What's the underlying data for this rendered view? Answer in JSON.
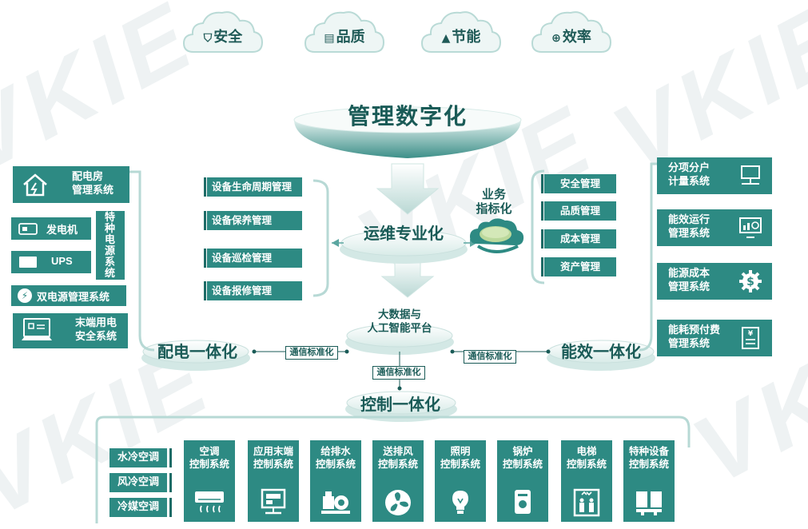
{
  "watermark": "VKIE",
  "goals": [
    {
      "label": "安全",
      "icon": "shield-icon"
    },
    {
      "label": "品质",
      "icon": "quality-icon"
    },
    {
      "label": "节能",
      "icon": "energy-icon"
    },
    {
      "label": "效率",
      "icon": "efficiency-icon"
    }
  ],
  "title": "管理数字化",
  "ops": {
    "title": "运维专业化",
    "items": [
      "设备生命周期管理",
      "设备保养管理",
      "设备巡检管理",
      "设备报修管理"
    ]
  },
  "metrics": {
    "title_line1": "业务",
    "title_line2": "指标化",
    "items": [
      "安全管理",
      "品质管理",
      "成本管理",
      "资产管理"
    ]
  },
  "platform": {
    "line1": "大数据与",
    "line2": "人工智能平台"
  },
  "power": {
    "title": "配电一体化",
    "room_line1": "配电房",
    "room_line2": "管理系统",
    "generator": "发电机",
    "ups": "UPS",
    "special_power": "特种电源系统",
    "dual_power": "双电源管理系统",
    "terminal_line1": "末端用电",
    "terminal_line2": "安全系统"
  },
  "energy": {
    "title": "能效一体化",
    "items": [
      {
        "line1": "分项分户",
        "line2": "计量系统"
      },
      {
        "line1": "能效运行",
        "line2": "管理系统"
      },
      {
        "line1": "能源成本",
        "line2": "管理系统"
      },
      {
        "line1": "能耗预付费",
        "line2": "管理系统"
      }
    ]
  },
  "comm_std": "通信标准化",
  "control": {
    "title": "控制一体化",
    "ac_types": [
      "水冷空调",
      "风冷空调",
      "冷媒空调"
    ],
    "systems": [
      {
        "line1": "空调",
        "line2": "控制系统"
      },
      {
        "line1": "应用末端",
        "line2": "控制系统"
      },
      {
        "line1": "给排水",
        "line2": "控制系统"
      },
      {
        "line1": "送排风",
        "line2": "控制系统"
      },
      {
        "line1": "照明",
        "line2": "控制系统"
      },
      {
        "line1": "锅炉",
        "line2": "控制系统"
      },
      {
        "line1": "电梯",
        "line2": "控制系统"
      },
      {
        "line1": "特种设备",
        "line2": "控制系统"
      }
    ]
  },
  "colors": {
    "primary": "#2d8a83",
    "dark": "#1a5b57",
    "line": "#b7d9d5"
  }
}
